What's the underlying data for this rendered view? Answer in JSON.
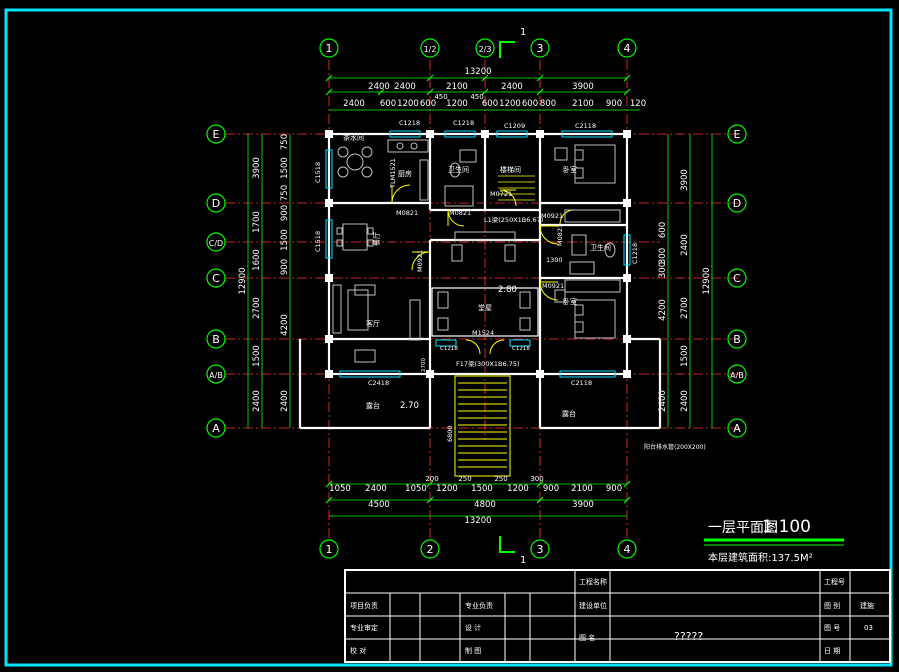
{
  "drawing": {
    "title": "一层平面图",
    "scale": "1:100",
    "area_label": "本层建筑面积:137.5M²",
    "section_mark": "1"
  },
  "colors": {
    "frame": "#00e5ff",
    "wall": "#ffffff",
    "axis": "#ff3333",
    "dim": "#00ff00",
    "text": "#ffffff",
    "window": "#00e5ff",
    "door": "#ffff00",
    "furniture": "#c0c0c0"
  },
  "axes": {
    "top": [
      "1",
      "1/2",
      "2/3",
      "3",
      "4"
    ],
    "bottom": [
      "1",
      "2",
      "3",
      "4"
    ],
    "left": [
      "E",
      "D",
      "C/D",
      "C",
      "B",
      "A/B",
      "A"
    ],
    "right": [
      "E",
      "D",
      "C",
      "B",
      "A/B",
      "A"
    ]
  },
  "dims_top": {
    "total": "13200",
    "row1": [
      "2400",
      "2400",
      "2100",
      "2400",
      "3900"
    ],
    "row1_small": [
      "450",
      "450"
    ],
    "row2": [
      "2400",
      "600",
      "1200",
      "600",
      "1200",
      "600",
      "1200",
      "600",
      "800",
      "2100",
      "900",
      "120"
    ]
  },
  "dims_bottom": {
    "row1": [
      "1050",
      "2400",
      "1050",
      "1200",
      "1500",
      "1200",
      "900",
      "2100",
      "900"
    ],
    "row1_small": [
      "200",
      "250",
      "250",
      "300"
    ],
    "row2": [
      "4500",
      "4800",
      "3900"
    ],
    "total": "13200"
  },
  "dims_left": {
    "outer": [
      "3900",
      "1700",
      "1600",
      "2700",
      "1500",
      "2400"
    ],
    "inner": [
      "750",
      "1500",
      "750",
      "900",
      "1500",
      "900",
      "4200",
      "2400"
    ],
    "total": "12900"
  },
  "dims_right": {
    "outer": [
      "3900",
      "2400",
      "2700",
      "1500",
      "2400"
    ],
    "inner": [
      "600",
      "300",
      "300",
      "4200",
      "2400"
    ],
    "total": "12900"
  },
  "rooms": {
    "dining": "餐厅",
    "living": "客厅",
    "kitchen": "厨房",
    "bath1": "卫生间",
    "bath2": "卫生间",
    "stair": "楼梯间",
    "bedroom1": "卧室",
    "bedroom2": "卧室",
    "hall": "堂屋",
    "balcony1": "露台",
    "balcony2": "露台",
    "tearoom": "茶水间"
  },
  "labels": {
    "windows": [
      "C1218",
      "C1218",
      "C1209",
      "C2118",
      "C1518",
      "C1518",
      "C1218",
      "C2418",
      "C2118",
      "C1218",
      "C1218"
    ],
    "doors": [
      "TLM1521",
      "M0821",
      "M0821",
      "M0721",
      "M0921",
      "M0921",
      "M0921",
      "M1524",
      "M0821"
    ],
    "beams": [
      "L1梁(250X1B6.67)",
      "F17梁(300X1B6.75)"
    ],
    "elev1": "2.80",
    "elev2": "2.70",
    "note_small": "2700",
    "drain": "阳台排水管(200X200)",
    "step": "6800",
    "eave": "1300"
  },
  "title_block": {
    "row1": [
      "工程名称",
      "工程号"
    ],
    "row2": [
      "项目负责",
      "专业负责",
      "建设单位",
      "图 别",
      "建施"
    ],
    "row3": [
      "专业审定",
      "设 计",
      "图 号",
      "03"
    ],
    "row4": [
      "校 对",
      "制 图",
      "图 名",
      "?????",
      "日 期"
    ]
  }
}
